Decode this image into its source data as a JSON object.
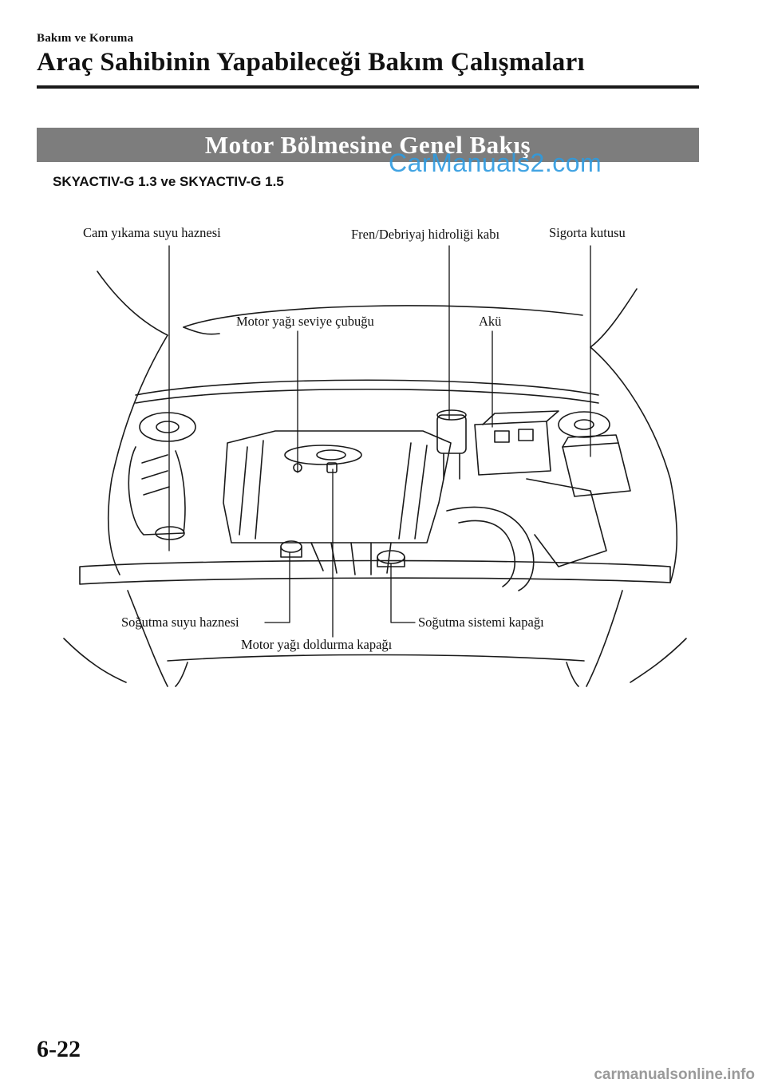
{
  "header": {
    "breadcrumb": "Bakım ve Koruma",
    "chapter_title": "Araç Sahibinin Yapabileceği Bakım Çalışmaları"
  },
  "section": {
    "banner_title": "Motor Bölmesine Genel Bakış",
    "subtitle": "SKYACTIV-G 1.3 ve SKYACTIV-G 1.5"
  },
  "diagram": {
    "callouts": {
      "washer": "Cam yıkama suyu haznesi",
      "brake": "Fren/Debriyaj hidroliği kabı",
      "fuse": "Sigorta kutusu",
      "dipstick": "Motor yağı seviye çubuğu",
      "battery": "Akü",
      "coolant_reservoir": "Soğutma suyu haznesi",
      "oil_filler": "Motor yağı doldurma kapağı",
      "coolant_cap": "Soğutma sistemi kapağı"
    }
  },
  "footer": {
    "page_number": "6-22"
  },
  "watermarks": {
    "top": "CarManuals2.com",
    "bottom": "carmanualsonline.info"
  },
  "colors": {
    "banner_bg": "#7d7d7d",
    "watermark_blue": "#2e9be0",
    "rule": "#1a1a1a"
  }
}
